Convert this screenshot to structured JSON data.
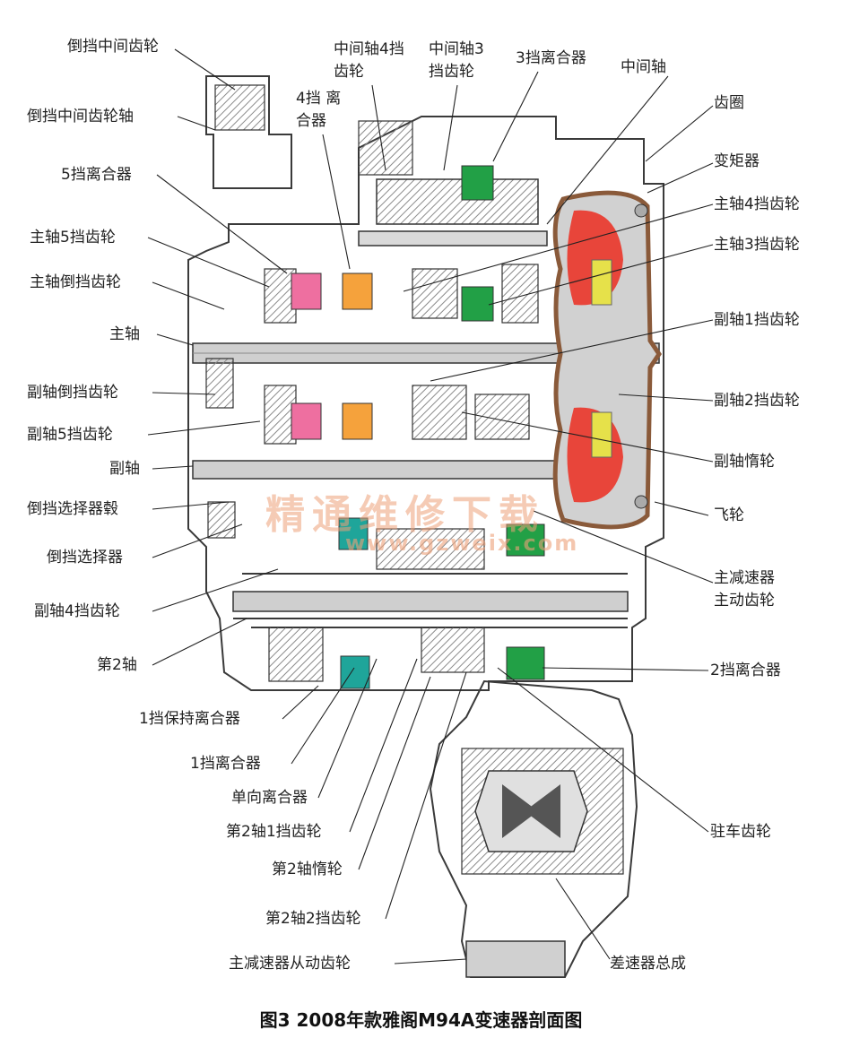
{
  "caption": "图3 2008年款雅阁M94A变速器剖面图",
  "watermark": {
    "main": "精通维修下载",
    "url": "www.gzweix.com"
  },
  "colors": {
    "clutch_pink": "#ee6fa0",
    "clutch_orange": "#f5a23c",
    "clutch_green": "#22a046",
    "clutch_teal": "#1fa59a",
    "torque_red": "#e8453a",
    "torque_yellow": "#e6e14a",
    "housing_line": "#3a3a3a"
  },
  "labels": {
    "reverse_idler_gear": "倒挡中间齿轮",
    "reverse_idler_shaft": "倒挡中间齿轮轴",
    "clutch_5th": "5挡离合器",
    "main_5th_gear": "主轴5挡齿轮",
    "main_reverse_gear": "主轴倒挡齿轮",
    "main_shaft": "主轴",
    "counter_reverse_gear": "副轴倒挡齿轮",
    "counter_5th_gear": "副轴5挡齿轮",
    "counter_shaft": "副轴",
    "reverse_selector_hub": "倒挡选择器毂",
    "reverse_selector": "倒挡选择器",
    "counter_4th_gear": "副轴4挡齿轮",
    "second_shaft": "第2轴",
    "first_hold_clutch": "1挡保持离合器",
    "clutch_1st": "1挡离合器",
    "one_way_clutch": "单向离合器",
    "second_shaft_1st_gear": "第2轴1挡齿轮",
    "second_shaft_idler": "第2轴惰轮",
    "second_shaft_2nd_gear": "第2轴2挡齿轮",
    "final_driven_gear": "主减速器从动齿轮",
    "differential_assembly": "差速器总成",
    "park_gear": "驻车齿轮",
    "clutch_2nd": "2挡离合器",
    "final_drive_gear_l1": "主减速器",
    "final_drive_gear_l2": "主动齿轮",
    "flywheel": "飞轮",
    "counter_idler": "副轴惰轮",
    "counter_2nd_gear": "副轴2挡齿轮",
    "counter_1st_gear": "副轴1挡齿轮",
    "main_3rd_gear": "主轴3挡齿轮",
    "main_4th_gear": "主轴4挡齿轮",
    "torque_converter": "变矩器",
    "ring_gear": "齿圈",
    "intermediate_shaft": "中间轴",
    "clutch_3rd": "3挡离合器",
    "int_shaft_4th_l1": "中间轴4挡",
    "int_shaft_4th_l2": "齿轮",
    "int_shaft_3rd_l1": "中间轴3",
    "int_shaft_3rd_l2": "挡齿轮",
    "clutch_4th_l1": "4挡 离",
    "clutch_4th_l2": "合器"
  }
}
